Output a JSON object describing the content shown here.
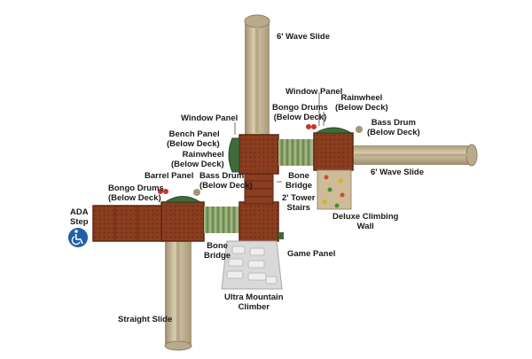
{
  "labels": {
    "wave_slide_top": "6' Wave Slide",
    "wave_slide_right": "6' Wave Slide",
    "window_panel_top": "Window Panel",
    "rainwheel_top": [
      "Rainwheel",
      "(Below Deck)"
    ],
    "bongo_drums_top": [
      "Bongo Drums",
      "(Below Deck)"
    ],
    "bass_drum_top": [
      "Bass Drum",
      "(Below Deck)"
    ],
    "window_panel_left": "Window Panel",
    "bench_panel": [
      "Bench Panel",
      "(Below Deck)"
    ],
    "rainwheel_left": [
      "Rainwheel",
      "(Below Deck)"
    ],
    "barrel_panel": "Barrel Panel",
    "bass_drum_left": [
      "Bass Drum",
      "(Below Deck)"
    ],
    "bongo_drums_left": [
      "Bongo Drums",
      "(Below Deck)"
    ],
    "bone_bridge_right": [
      "Bone",
      "Bridge"
    ],
    "tower_stairs": [
      "2' Tower",
      "Stairs"
    ],
    "deluxe_climbing_wall": [
      "Deluxe Climbing",
      "Wall"
    ],
    "ada_step": [
      "ADA",
      "Step"
    ],
    "bone_bridge_bottom": [
      "Bone",
      "Bridge"
    ],
    "game_panel": "Game Panel",
    "ultra_mountain_climber": [
      "Ultra Mountain",
      "Climber"
    ],
    "straight_slide": "Straight Slide"
  },
  "colors": {
    "slide": "#c9bb9b",
    "slide_dark": "#9c8d6d",
    "deck": "#8a3d1f",
    "deck_dark": "#5e2710",
    "roof": "#3f6b3a",
    "bridge": "#6b8f4a",
    "climber": "#d9d9d9",
    "wall": "#cdbc97",
    "ada": "#1f5fa8"
  },
  "icons": {
    "ada": "wheelchair-icon"
  }
}
